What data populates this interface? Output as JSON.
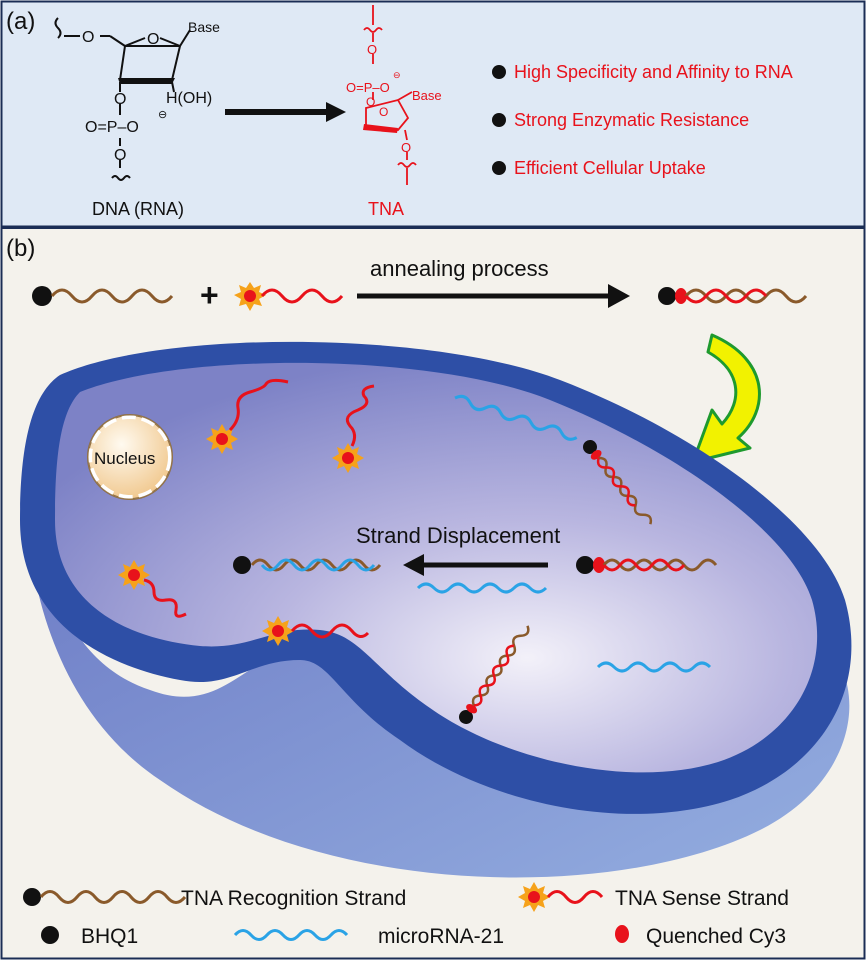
{
  "colors": {
    "panel_a_bg": "#dfe9f5",
    "panel_b_bg": "#f4f2ec",
    "tna_red": "#e8121b",
    "recognition_brown": "#8a5a2b",
    "microrna_blue": "#2aa3e6",
    "cell_dark_blue": "#2e4fa6",
    "arrow_yellow": "#f2f200",
    "arrow_green": "#1e9a2e"
  },
  "panel_a": {
    "label": "(a)",
    "dna": {
      "o_top": "O",
      "ring_o": "O",
      "base": "Base",
      "hoh": "H(OH)",
      "o_mid": "O",
      "phosphate": "O=P–O",
      "minus": "⊖",
      "o_bottom": "O",
      "caption": "DNA (RNA)"
    },
    "tna": {
      "o_top": "O",
      "phosphate": "O=P–O",
      "minus": "⊖",
      "ring_o": "O",
      "base": "Base",
      "o_link": "O",
      "o_bottom": "O",
      "caption": "TNA"
    },
    "bullets": [
      "High Specificity and Affinity to RNA",
      "Strong Enzymatic Resistance",
      "Efficient Cellular Uptake"
    ]
  },
  "panel_b": {
    "label": "(b)",
    "plus": "+",
    "annealing_label": "annealing process",
    "nucleus_label": "Nucleus",
    "displacement_label": "Strand Displacement"
  },
  "legend": {
    "recognition_strand": "TNA Recognition Strand",
    "sense_strand": "TNA Sense Strand",
    "bhq1": "BHQ1",
    "microrna": "microRNA-21",
    "quenched_cy3": "Quenched Cy3"
  }
}
